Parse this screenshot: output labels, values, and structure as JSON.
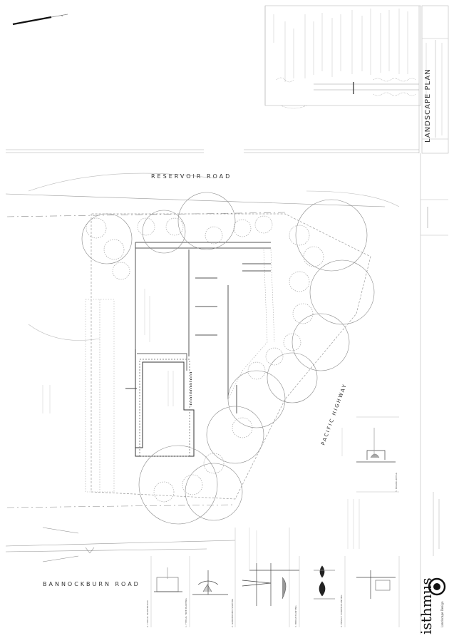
{
  "drawing": {
    "title": "LANDSCAPE PLAN",
    "firm_logo": "isthmus",
    "firm_sub": "Landscape Design"
  },
  "roads": {
    "north": "RESERVOIR ROAD",
    "south": "BANNOCKBURN ROAD",
    "east": "PACIFIC HIGHWAY"
  },
  "north_arrow": "N",
  "detail_titles": [
    "1. TYPICAL TREE PLANTING",
    "2. GARDEN BED PLANTING",
    "3. HEDGE PLANTING",
    "4. PRIVACY SCREEN PLANTING",
    "5. EDGING DETAIL",
    "6. TYPICAL PLANTER BOX"
  ],
  "colors": {
    "ink": "#333333",
    "light": "#9a9a9a",
    "faint": "#c8c8c8"
  }
}
